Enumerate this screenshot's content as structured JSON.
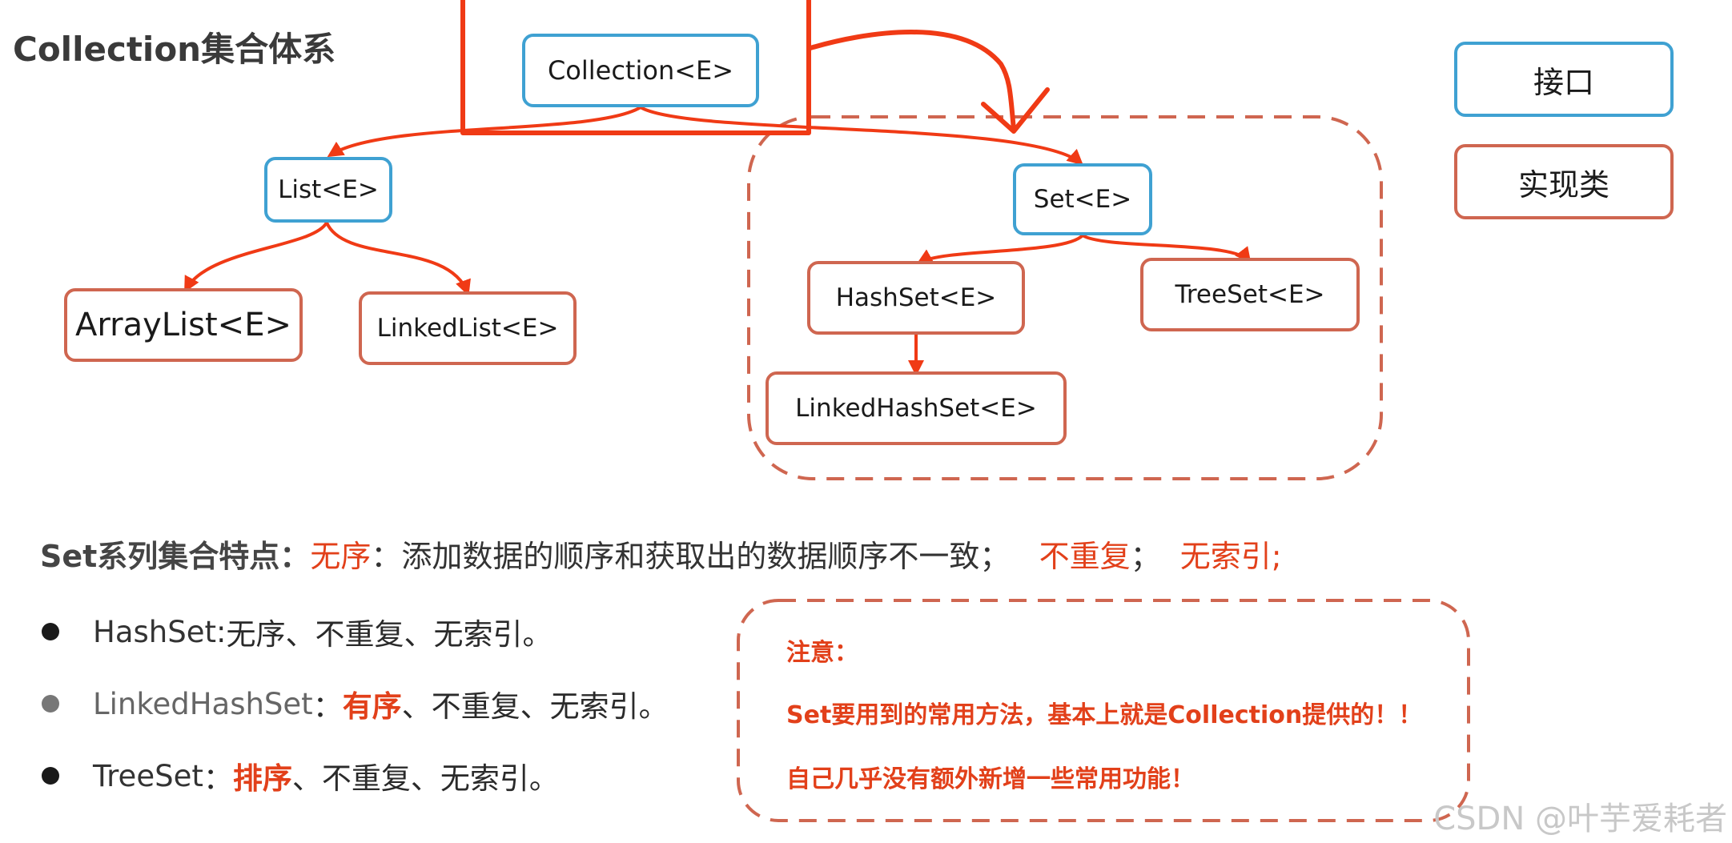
{
  "title": "Collection集合体系",
  "tree": {
    "collection": "Collection<E>",
    "list": "List<E>",
    "set": "Set<E>",
    "arraylist": "ArrayList<E>",
    "linkedlist": "LinkedList<E>",
    "hashset": "HashSet<E>",
    "treeset": "TreeSet<E>",
    "linkedhashset": "LinkedHashSet<E>"
  },
  "legend": {
    "interface": "接口",
    "implementation": "实现类"
  },
  "colors": {
    "interface_border": "#3fa1d2",
    "implementation_border": "#cf6650",
    "arrow": "#f03a15",
    "highlight_text": "#e2401a"
  },
  "features": {
    "heading": "Set系列集合特点：",
    "unordered": "无序",
    "unordered_desc": "：添加数据的顺序和获取出的数据顺序不一致；",
    "no_dup": "不重复",
    "sep": "；",
    "no_index": "无索引;"
  },
  "bullets": [
    {
      "name": "HashSet",
      "sep": " : ",
      "highlight": "",
      "rest": "无序、不重复、无索引。"
    },
    {
      "name": "LinkedHashSet",
      "sep": "：",
      "highlight": "有序",
      "rest": "、不重复、无索引。"
    },
    {
      "name": "TreeSet",
      "sep": "：",
      "highlight": "排序",
      "rest": "、不重复、无索引。"
    }
  ],
  "note": {
    "title": "注意：",
    "line1": "Set要用到的常用方法，基本上就是Collection提供的！！",
    "line2": "自己几乎没有额外新增一些常用功能！"
  },
  "watermark": "CSDN @叶芋爱耗者"
}
